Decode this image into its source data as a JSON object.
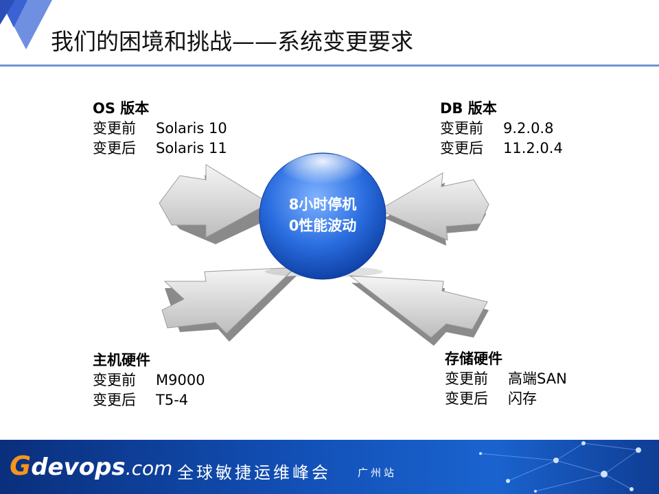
{
  "title": "我们的困境和挑战——系统变更要求",
  "hub": {
    "line1": "8小时停机",
    "line2": "0性能波动"
  },
  "os": {
    "heading": "OS 版本",
    "before_label": "变更前",
    "before_value": "Solaris 10",
    "after_label": "变更后",
    "after_value": "Solaris 11"
  },
  "db": {
    "heading": "DB 版本",
    "before_label": "变更前",
    "before_value": "9.2.0.8",
    "after_label": "变更后",
    "after_value": "11.2.0.4"
  },
  "hardware": {
    "heading": "主机硬件",
    "before_label": "变更前",
    "before_value": "M9000",
    "after_label": "变更后",
    "after_value": "T5-4"
  },
  "storage": {
    "heading": "存储硬件",
    "before_label": "变更前",
    "before_value": "高端SAN",
    "after_label": "变更后",
    "after_value": "闪存"
  },
  "footer": {
    "brand_g": "G",
    "brand_rest": "devops",
    "brand_domain": ".com",
    "summit": "全球敏捷运维峰会",
    "city": "广州站"
  },
  "colors": {
    "accent": "#2f6fe0",
    "rule": "#6f93d2",
    "footer": "#1250b6",
    "brand_orange": "#f7941d"
  }
}
